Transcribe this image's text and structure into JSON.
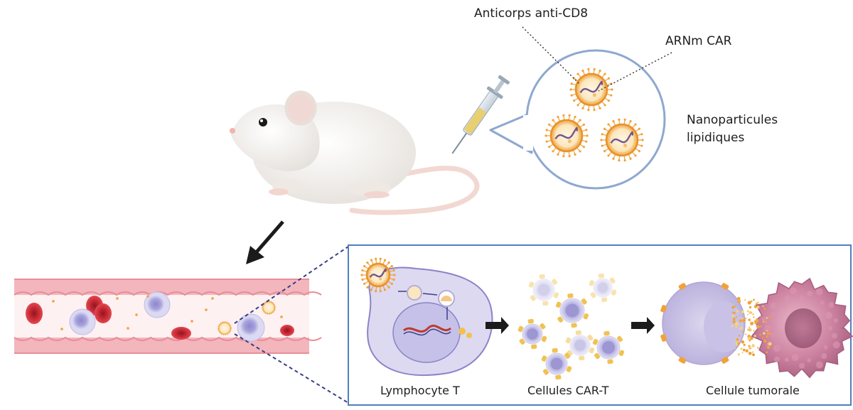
{
  "labels": {
    "antibody": "Anticorps anti-CD8",
    "mrna": "ARNm CAR",
    "nanoparticles_line1": "Nanoparticules",
    "nanoparticles_line2": "lipidiques",
    "lymphocyte": "Lymphocyte T",
    "car_t": "Cellules CAR-T",
    "tumor": "Cellule tumorale"
  },
  "colors": {
    "frame_blue": "#4f7fbf",
    "lnp_orange": "#f0a23a",
    "vessel_pink": "#f2b6bc",
    "red_cell": "#c92a35",
    "lymph_purple": "#a7a2dc",
    "tumor_pink": "#c2708f",
    "arrow_black": "#1b1b1b"
  }
}
